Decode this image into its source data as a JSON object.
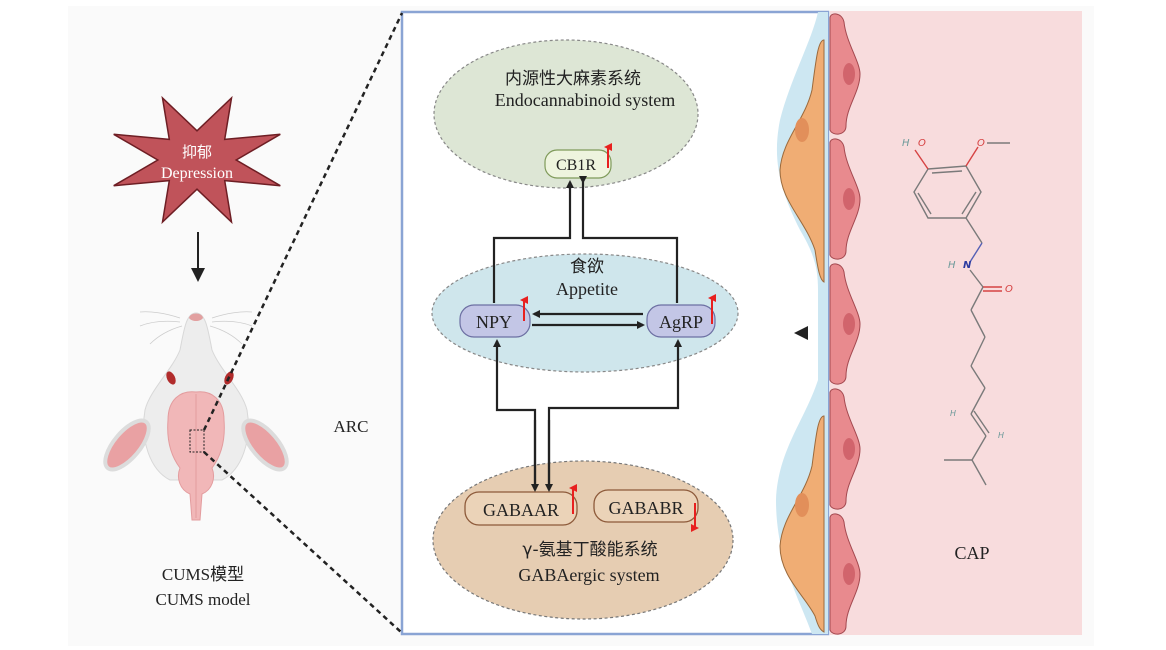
{
  "figure": {
    "depression": {
      "zh": "抑郁",
      "en": "Depression"
    },
    "model": {
      "zh": "CUMS模型",
      "en": "CUMS model"
    },
    "region_label": "ARC",
    "compound_label": "CAP",
    "systems": {
      "endocannabinoid": {
        "zh": "内源性大麻素系统",
        "en": "Endocannabinoid system",
        "receptors": [
          {
            "name": "CB1R",
            "change": "up"
          }
        ]
      },
      "appetite": {
        "zh": "食欲",
        "en": "Appetite",
        "receptors": [
          {
            "name": "NPY",
            "change": "up"
          },
          {
            "name": "AgRP",
            "change": "up"
          }
        ]
      },
      "gabaergic": {
        "zh": "γ-氨基丁酸能系统",
        "en": "GABAergic system",
        "receptors": [
          {
            "name": "GABAAR",
            "change": "up"
          },
          {
            "name": "GABABR",
            "change": "down"
          }
        ]
      }
    },
    "molecule_atoms": {
      "hydroxyl_h": "H",
      "oxygen": "O",
      "nitrogen": "N",
      "hydrogen": "H"
    },
    "colors": {
      "star": "#c0535a",
      "endocannabinoid_fill": "#dde6d5",
      "appetite_fill": "#cfe6ec",
      "gaba_fill": "#e6cdb2",
      "receptor_fill_blue": "#c3c6e6",
      "up_arrow": "#e8201f",
      "cap_bg": "#f8dcdd",
      "cell_red": "#e88a8e",
      "cell_orange": "#f0ad74",
      "frame_blue": "#8aa4d4"
    }
  }
}
